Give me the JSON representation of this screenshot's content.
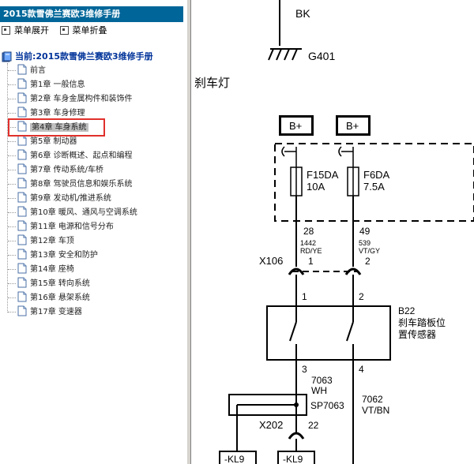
{
  "header": {
    "title": "2015款雪佛兰赛欧3维修手册"
  },
  "menu": {
    "expand": "菜单展开",
    "collapse": "菜单折叠"
  },
  "tree": {
    "root_label": "当前:2015款雪佛兰赛欧3维修手册",
    "items": [
      {
        "label": "前言"
      },
      {
        "label": "第1章 一般信息"
      },
      {
        "label": "第2章 车身金属构件和装饰件"
      },
      {
        "label": "第3章 车身修理"
      },
      {
        "label": "第4章 车身系统"
      },
      {
        "label": "第5章 制动器"
      },
      {
        "label": "第6章 诊断概述、起点和编程"
      },
      {
        "label": "第7章 传动系统/车桥"
      },
      {
        "label": "第8章 驾驶员信息和娱乐系统"
      },
      {
        "label": "第9章 发动机/推进系统"
      },
      {
        "label": "第10章 暖风、通风与空调系统"
      },
      {
        "label": "第11章 电源和信号分布"
      },
      {
        "label": "第12章 车顶"
      },
      {
        "label": "第13章 安全和防护"
      },
      {
        "label": "第14章 座椅"
      },
      {
        "label": "第15章 转向系统"
      },
      {
        "label": "第16章 悬架系统"
      },
      {
        "label": "第17章 变速器"
      }
    ],
    "selected_index": 4
  },
  "diagram": {
    "section_title": "刹车灯",
    "bk": "BK",
    "g401": "G401",
    "bplus_1": "B+",
    "bplus_2": "B+",
    "fuse1_name": "F15DA",
    "fuse1_rating": "10A",
    "fuse2_name": "F6DA",
    "fuse2_rating": "7.5A",
    "circuit_28": "28",
    "circuit_49": "49",
    "wire1_gauge": "1442",
    "wire1_color": "RD/YE",
    "wire2_gauge": "539",
    "wire2_color": "VT/GY",
    "x106": "X106",
    "x106_pin1": "1",
    "x106_pin2": "2",
    "sw_pin1": "1",
    "sw_pin2": "2",
    "b22": "B22",
    "b22_desc_1": "刹车踏板位",
    "b22_desc_2": "置传感器",
    "sw_pin3": "3",
    "sw_pin4": "4",
    "w7063": "7063",
    "w7063_color": "WH",
    "w7062": "7062",
    "w7062_color": "VT/BN",
    "sp7063": "SP7063",
    "x202": "X202",
    "x202_pin": "22",
    "kl9_1": "-KL9",
    "kl9_2": "-KL9"
  },
  "colors": {
    "titlebar": "#006699",
    "root_text": "#003399",
    "highlight": "#e0302b"
  }
}
